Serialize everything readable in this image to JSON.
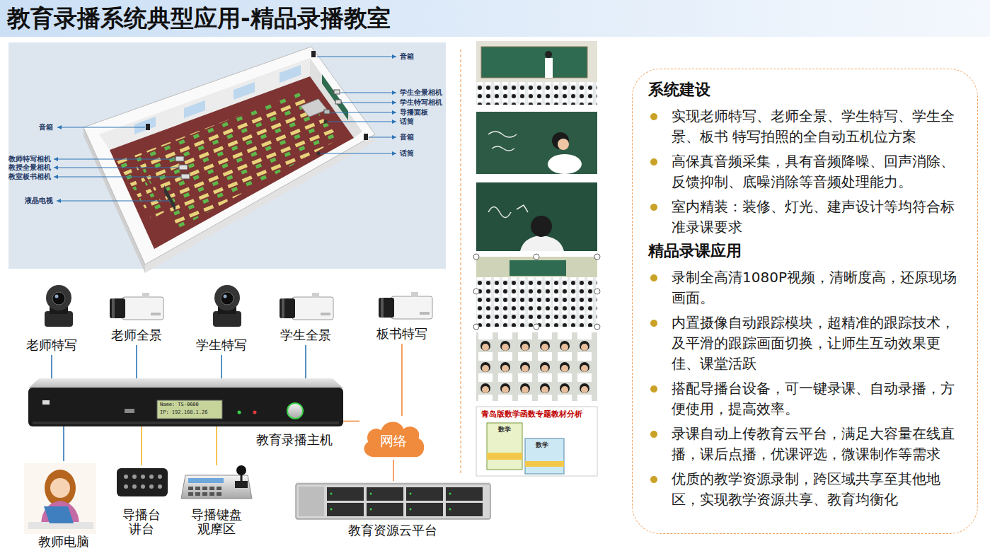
{
  "diagram": {
    "title": "教育录播系统典型应用-精品录播教室",
    "nodes": [
      {
        "text": [
          "老师特写"
        ]
      },
      {
        "text": [
          "老师全景"
        ]
      },
      {
        "text": [
          "学生特写"
        ]
      },
      {
        "text": [
          "学生全景"
        ]
      },
      {
        "text": [
          "板书特写"
        ]
      },
      {
        "text": [
          "教育录播主机"
        ]
      },
      {
        "text": [
          "网络"
        ]
      },
      {
        "text": [
          "教师电脑"
        ]
      },
      {
        "text": [
          "导播台 讲台"
        ]
      },
      {
        "text": [
          "导播键盘 观摩区"
        ]
      },
      {
        "text": [
          "教育资源云平台"
        ]
      },
      {
        "text": [
          "系统建设",
          "实现老师特写、老师全景、学生特写、学生全景、板书 特写拍照的全自动五机位方案",
          "高保真音频采集，具有音频降噪、回声消除、反馈抑制、底噪消除等音频处理能力。",
          "室内精装：装修、灯光、建声设计等均符合标准录课要求",
          "精品录课应用",
          "录制全高清1080P视频，清晰度高，还原现场画面。",
          "内置摄像自动跟踪模块，超精准的跟踪技术，及平滑的跟踪画面切换，让师生互动效果更佳、课堂活跃",
          "搭配导播台设备，可一键录课、自动录播，方便使用，提高效率。",
          "录课自动上传教育云平台，满足大容量在线直播，课后点播，优课评选，微课制作等需求",
          "优质的教学资源录制，跨区域共享至其他地区，实现教学资源共享、教育均衡化"
        ]
      }
    ],
    "edges": [
      {
        "from": 0,
        "to": 5,
        "arrow": "none"
      },
      {
        "from": 1,
        "to": 5,
        "arrow": "none"
      },
      {
        "from": 2,
        "to": 5,
        "arrow": "none"
      },
      {
        "from": 3,
        "to": 5,
        "arrow": "none"
      },
      {
        "from": 4,
        "to": 6,
        "arrow": "none"
      },
      {
        "from": 5,
        "to": 7,
        "arrow": "none"
      },
      {
        "from": 5,
        "to": 8,
        "arrow": "none"
      },
      {
        "from": 5,
        "to": 9,
        "arrow": "none"
      },
      {
        "from": 5,
        "to": 6,
        "arrow": "none"
      },
      {
        "from": 6,
        "to": 10,
        "arrow": "none"
      }
    ],
    "labels": [
      "音箱",
      "学生全景相机",
      "学生特写相机",
      "导播面板",
      "话筒",
      "音箱",
      "话筒",
      "音箱",
      "教师特写相机",
      "教授全景相机",
      "教室板书相机",
      "液晶电视",
      "Name: TS-0600",
      "IP: 192.168.1.26",
      "青岛版数学函数专题教材分析",
      "数学",
      "数学"
    ]
  }
}
